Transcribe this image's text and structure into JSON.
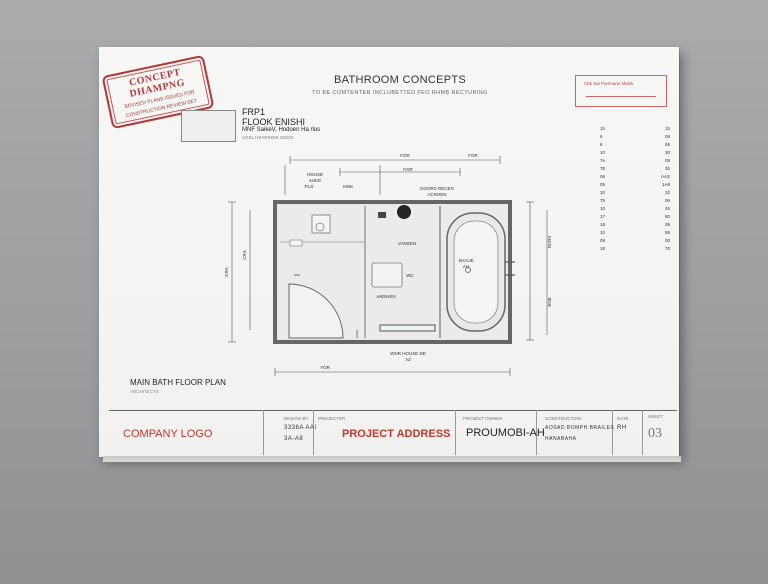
{
  "stamp": {
    "title": "CONCEPT DHAMPNG",
    "line1": "REVISED PLANS ISSUED FOR",
    "line2": "CONSTRUCTION REVIEW SET"
  },
  "header": {
    "title": "BATHROOM CONCEPTS",
    "subtitle": "TO BE COMTENTER INCLUBETTED FEO RHMB RECTURING",
    "red_box_text": "Chk Sai Panmane Maink",
    "frp": "FRP1",
    "flook": "FLOOK ENISHI",
    "mnf": "MNF SaikeV, Hodoen Ha rlus",
    "small_caption": "AOSL HSARIHOS SOGO"
  },
  "schedule": [
    [
      "1b",
      "1b"
    ],
    [
      "6",
      "08"
    ],
    [
      "6",
      "06"
    ],
    [
      "10",
      "30"
    ],
    [
      "7e",
      "08"
    ],
    [
      "7E",
      "3b"
    ],
    [
      "06",
      "AAS"
    ],
    [
      "05",
      "1A8"
    ],
    [
      "10",
      "32"
    ],
    [
      "7b",
      "06"
    ],
    [
      "10",
      "45"
    ],
    [
      "17",
      "80"
    ],
    [
      "18",
      "39"
    ],
    [
      "10",
      "88"
    ],
    [
      "08",
      "00"
    ],
    [
      "18",
      "70"
    ]
  ],
  "plan": {
    "label_top": "FOR",
    "label_top2": "FOR",
    "label_house": "HOUSE",
    "label_auk": "AUKE",
    "label_plo": "PLO",
    "label_sink": "SINK",
    "label_doors_1": "DOORS RECEN",
    "label_doors_2": "ACRHEN",
    "label_vanity": "VANSEN",
    "label_wc": "WC",
    "label_shower": "AMSHEN",
    "label_tub_1": "SHAUE",
    "label_tub_2": "AH",
    "label_bottom": "YOR",
    "label_bottom_note_1": "WNR HOUSE DE",
    "label_bottom_note_2": "AZ",
    "dim_left": "CRA",
    "dim_right_1": "NCRS",
    "dim_right_2": "BNB"
  },
  "plan_title": "MAIN BATH FLOOR PLAN",
  "plan_subtitle": "ARCHITECTS",
  "title_block": {
    "company_logo": "COMPANY LOGO",
    "cell2_small": "DESIGN BY",
    "cell2_line1": "3338A AAI",
    "cell2_line2": "3A-A8",
    "cell3_small": "PROJECTER",
    "project_address": "PROJECT ADDRESS",
    "cell4_small": "PROJECT OWNER",
    "proum": "PROUMOBI-AH",
    "cell5_small": "CONSTRUCTION",
    "cell5_line1": "AOSAD BOMPH BRAILES",
    "cell5_line2": "HANABAHA",
    "cell6_small": "DATE",
    "cell6_text": "RH",
    "cell7_small": "SHEET",
    "sheet_number": "03"
  }
}
